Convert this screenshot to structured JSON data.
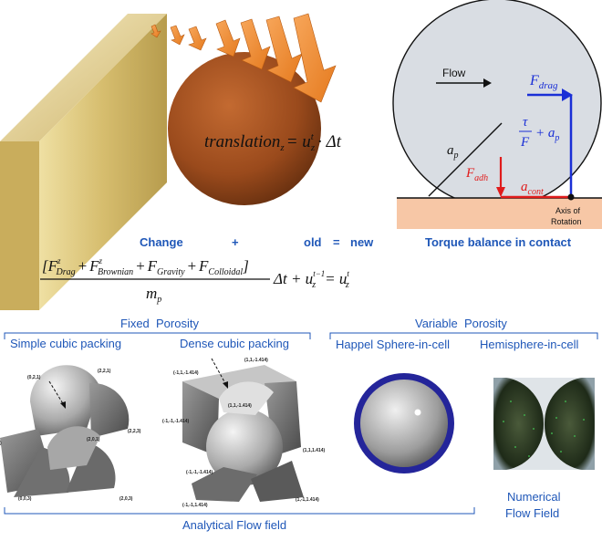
{
  "top_left": {
    "translation_eq": "translation",
    "translation_sub": "z",
    "translation_rhs": "= u",
    "translation_rhs_sup": "t",
    "translation_rhs_sub": "z",
    "translation_tail": "· Δt",
    "caption_change": "Change",
    "caption_plus": "+",
    "caption_old": "old",
    "caption_eq": "=",
    "caption_new": "new",
    "force_numerator": "[F",
    "f_drag_sub": "Drag",
    "f_brownian_sub": "Brownian",
    "f_gravity_sub": "Gravity",
    "f_colloidal_sub": "Colloidal",
    "sup_z": "z",
    "plus": "+",
    "denominator": "m",
    "denominator_sub": "p",
    "rhs": "Δt + u",
    "rhs_sup": "t−1",
    "rhs_sub": "z",
    "rhs_eq": "= u",
    "rhs_sup2": "t",
    "rhs_sub2": "z"
  },
  "torque": {
    "flow": "Flow",
    "f_drag": "F",
    "f_drag_sub": "drag",
    "tau_num": "τ",
    "tau_den": "F",
    "plus_ap": "+ a",
    "plus_ap_sub": "p",
    "a_p": "a",
    "a_p_sub": "p",
    "f_adh": "F",
    "f_adh_sub": "adh",
    "a_cont": "a",
    "a_cont_sub": "cont",
    "axis_line1": "Axis of",
    "axis_line2": "Rotation",
    "caption": "Torque balance in contact"
  },
  "bottom": {
    "fixed_porosity": "Fixed  Porosity",
    "variable_porosity": "Variable  Porosity",
    "simple_cubic": "Simple cubic packing",
    "dense_cubic": "Dense cubic packing",
    "happel": "Happel Sphere-in-cell",
    "hemisphere": "Hemisphere-in-cell",
    "analytical": "Analytical Flow field",
    "numerical_1": "Numerical",
    "numerical_2": "Flow Field"
  },
  "coords_simple": [
    "(0,2,1)",
    "(2,2,1)",
    "(2,2,3)",
    "(2,0,1)",
    "(0,0,3)",
    "(2,0,3)",
    ")"
  ],
  "coords_dense": [
    "(-1,1,-1.414)",
    "(1,1,-1.414)",
    "(-1,-1,-1.414)",
    "(1,1,-1.414)",
    "(-1,-1,-1.414)",
    "(1,1,1.414)",
    "(-1,-1,1.414)",
    "(1,-1,1.414)"
  ],
  "colors": {
    "accent_blue": "#1f57b8",
    "drag_arrow": "#1a2fd6",
    "adh_arrow": "#e01b1b",
    "arrow_orange": "#f28a2e",
    "particle_brown": "#9a4a1c",
    "wall_gold": "#d9c27a"
  }
}
